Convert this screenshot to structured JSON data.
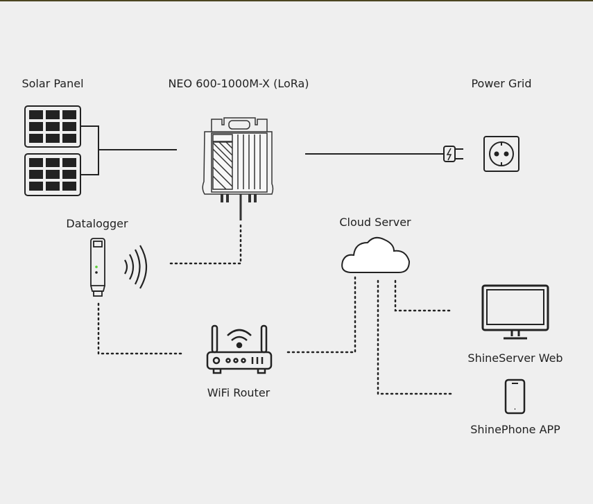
{
  "nodes": {
    "solar_panel": {
      "label": "Solar Panel",
      "icon": "solar-panel-icon"
    },
    "inverter": {
      "label": "NEO 600-1000M-X (LoRa)",
      "icon": "microinverter-icon"
    },
    "power_grid": {
      "label": "Power Grid",
      "icon": "power-socket-icon"
    },
    "datalogger": {
      "label": "Datalogger",
      "icon": "datalogger-stick-icon"
    },
    "cloud_server": {
      "label": "Cloud Server",
      "icon": "cloud-icon"
    },
    "wifi_router": {
      "label": "WiFi Router",
      "icon": "wifi-router-icon"
    },
    "shineserver_web": {
      "label": "ShineServer Web",
      "icon": "monitor-icon"
    },
    "shinephone_app": {
      "label": "ShinePhone APP",
      "icon": "smartphone-icon"
    }
  },
  "edges": [
    {
      "from": "solar_panel",
      "to": "inverter",
      "style": "solid"
    },
    {
      "from": "inverter",
      "to": "power_grid",
      "style": "solid"
    },
    {
      "from": "inverter",
      "to": "datalogger",
      "style": "dotted"
    },
    {
      "from": "datalogger",
      "to": "wifi_router",
      "style": "dotted"
    },
    {
      "from": "wifi_router",
      "to": "cloud_server",
      "style": "dotted"
    },
    {
      "from": "cloud_server",
      "to": "shineserver_web",
      "style": "dotted"
    },
    {
      "from": "cloud_server",
      "to": "shinephone_app",
      "style": "dotted"
    }
  ],
  "colors": {
    "background": "#efefef",
    "line": "#222222",
    "top_border": "#4b4621"
  }
}
